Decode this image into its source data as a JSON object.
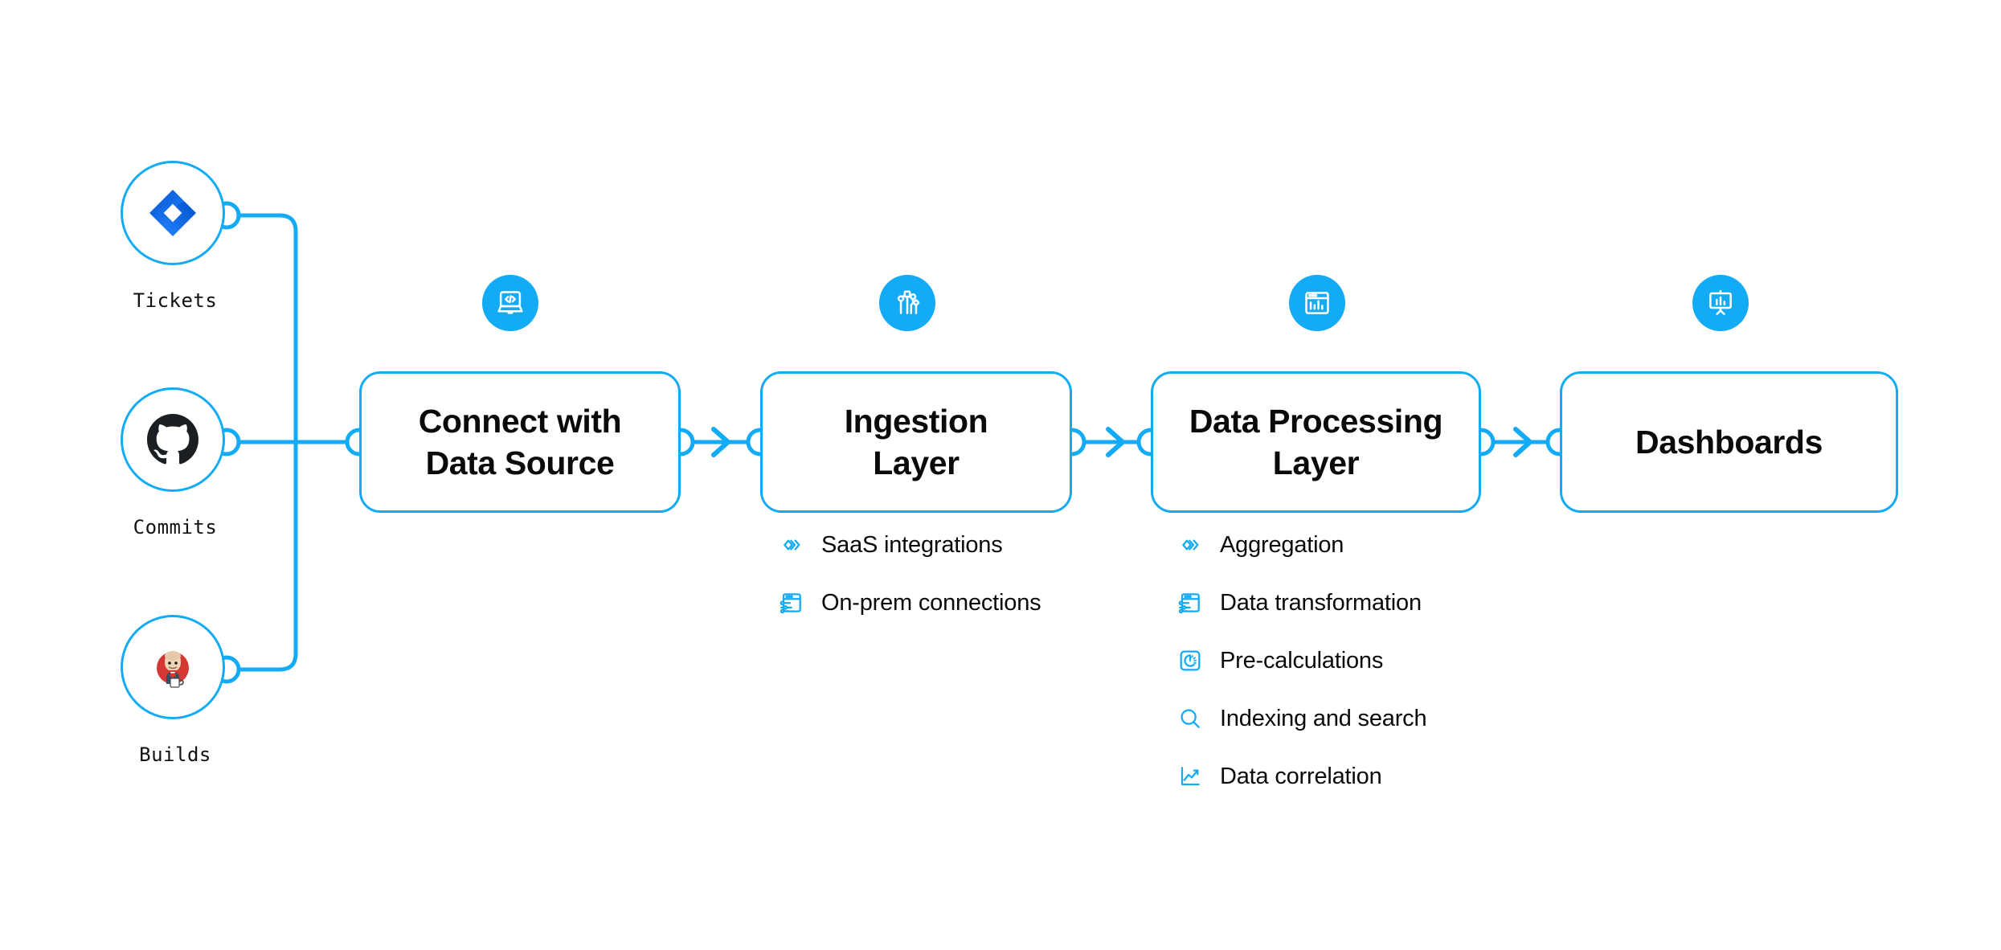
{
  "colors": {
    "accent": "#13ABF5",
    "text": "#0a0a0a",
    "background": "#ffffff",
    "jira_blue": "#2684FF",
    "github_black": "#1B1F23",
    "jenkins_red": "#D33833"
  },
  "sources": [
    {
      "label": "Tickets",
      "icon": "jira-logo-icon"
    },
    {
      "label": "Commits",
      "icon": "github-logo-icon"
    },
    {
      "label": "Builds",
      "icon": "jenkins-logo-icon"
    }
  ],
  "stages": [
    {
      "title_line1": "Connect with",
      "title_line2": "Data Source",
      "icon": "laptop-code-icon",
      "bullets": []
    },
    {
      "title_line1": "Ingestion",
      "title_line2": "Layer",
      "icon": "circuit-nodes-icon",
      "bullets": [
        {
          "label": "SaaS integrations",
          "icon": "chevrons-stack-icon"
        },
        {
          "label": "On-prem connections",
          "icon": "window-sliders-icon"
        }
      ]
    },
    {
      "title_line1": "Data Processing",
      "title_line2": "Layer",
      "icon": "window-barchart-icon",
      "bullets": [
        {
          "label": "Aggregation",
          "icon": "chevrons-stack-icon"
        },
        {
          "label": "Data transformation",
          "icon": "window-sliders-icon"
        },
        {
          "label": "Pre-calculations",
          "icon": "gauge-square-icon"
        },
        {
          "label": "Indexing and search",
          "icon": "magnifier-icon"
        },
        {
          "label": "Data correlation",
          "icon": "line-chart-icon"
        }
      ]
    },
    {
      "title_line1": "Dashboards",
      "title_line2": "",
      "icon": "presentation-chart-icon",
      "bullets": []
    }
  ],
  "connectors": {
    "arrow_icon": "arrow-right-icon",
    "port_icon": "port-circle-icon"
  }
}
